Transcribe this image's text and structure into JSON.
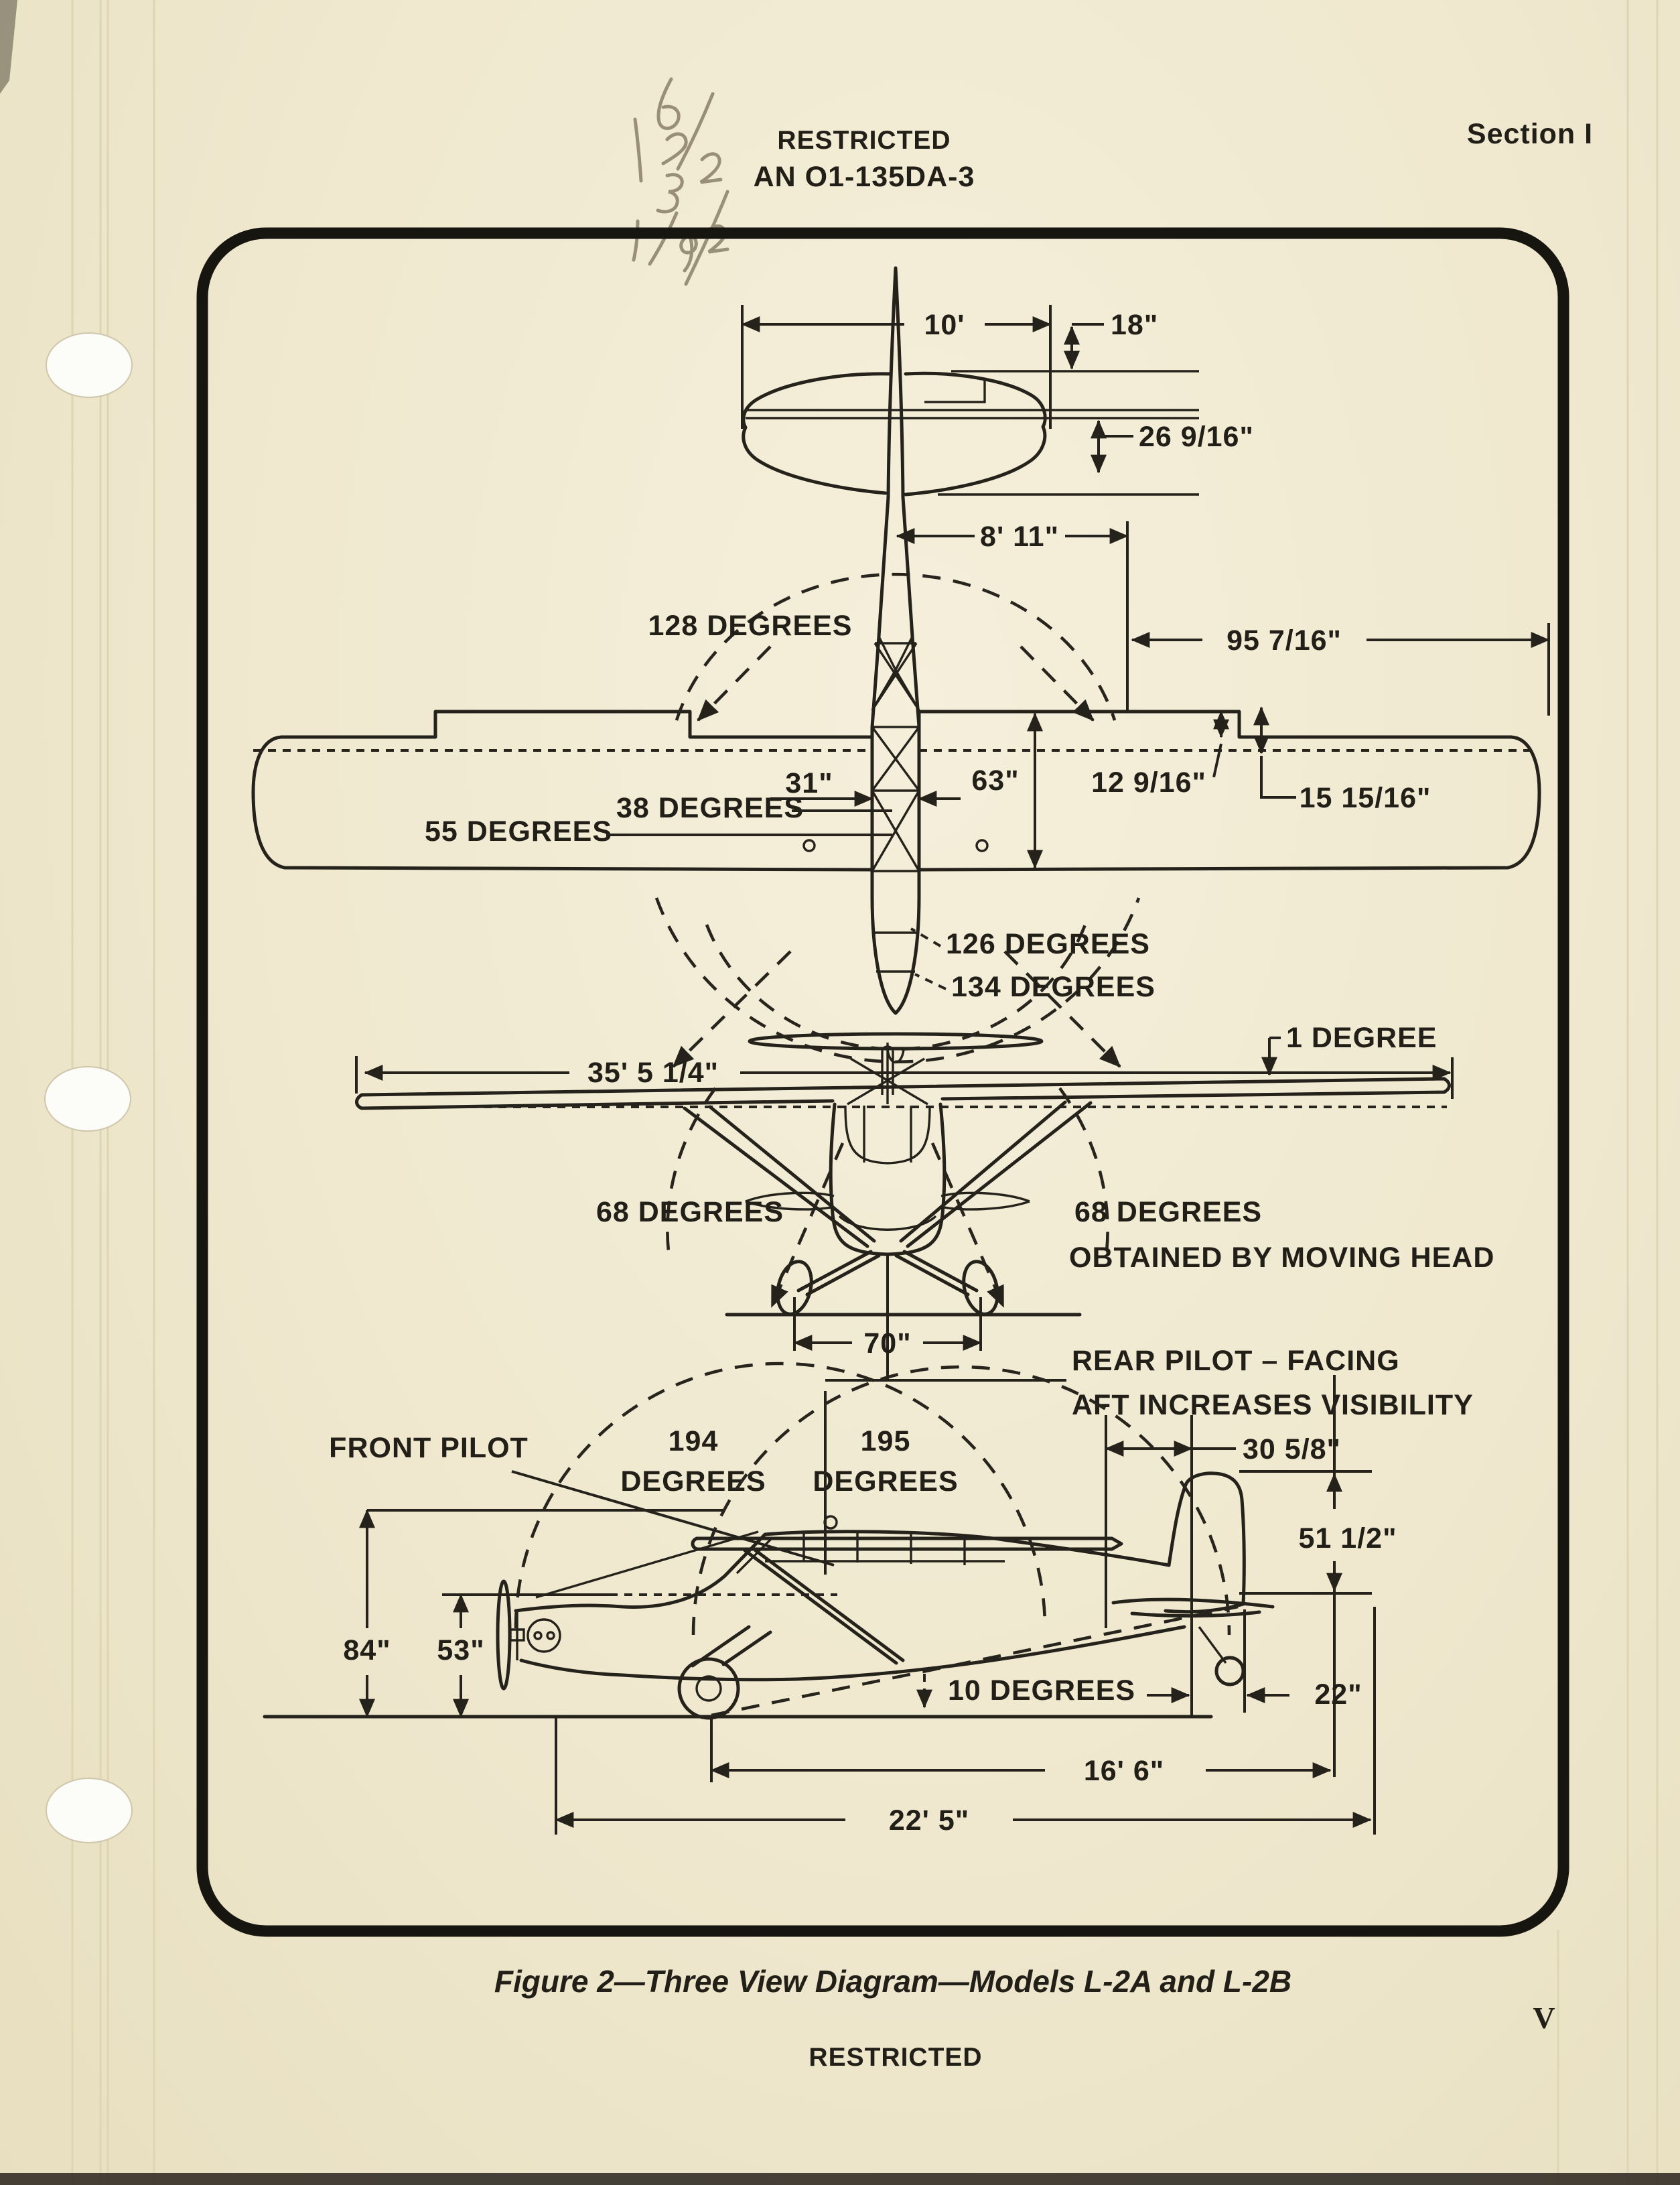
{
  "header": {
    "stamp": "RESTRICTED",
    "document_number": "AN O1-135DA-3",
    "section": "Section I"
  },
  "figure": {
    "caption": "Figure 2—Three View Diagram—Models L-2A and L-2B",
    "top_view": {
      "tail_span": "10'",
      "tail_tip_chord": "18\"",
      "tail_root_chord": "26 9/16\"",
      "tail_arm": "8' 11\"",
      "aft_vision_arc": "128 DEGREES",
      "wing_station": "95 7/16\"",
      "cabin_width": "31\"",
      "down_vision_arc": "38 DEGREES",
      "side_vision_arc": "55 DEGREES",
      "wing_chord": "63\"",
      "leading_edge_offset": "12 9/16\"",
      "tip_offset": "15 15/16\"",
      "forward_vision_left": "126 DEGREES",
      "forward_vision_right": "134 DEGREES"
    },
    "front_view": {
      "wing_span": "35' 5 1/4\"",
      "dihedral": "1 DEGREE",
      "lateral_vision_left": "68 DEGREES",
      "lateral_vision_right": "68 DEGREES",
      "lateral_vision_note": "OBTAINED BY MOVING HEAD",
      "wheel_tread": "70\""
    },
    "side_view": {
      "rear_pilot_note_line1": "REAR PILOT – FACING",
      "rear_pilot_note_line2": "AFT INCREASES VISIBILITY",
      "front_pilot_label": "FRONT PILOT",
      "front_vision_value": "194",
      "front_vision_unit": "DEGREES",
      "rear_vision_value": "195",
      "rear_vision_unit": "DEGREES",
      "head_to_fin": "30 5/8\"",
      "fin_height": "51 1/2\"",
      "overall_height": "84\"",
      "thrust_line_height": "53\"",
      "ground_angle": "10 DEGREES",
      "rudder_width": "22\"",
      "wheel_to_tail": "16' 6\"",
      "overall_length": "22' 5\""
    }
  },
  "footer": {
    "stamp": "RESTRICTED",
    "page_number": "V"
  },
  "colors": {
    "paper": "#f0e9d0",
    "ink": "#211f18",
    "pencil": "#8a8069",
    "hole": "#fcfcf8"
  }
}
